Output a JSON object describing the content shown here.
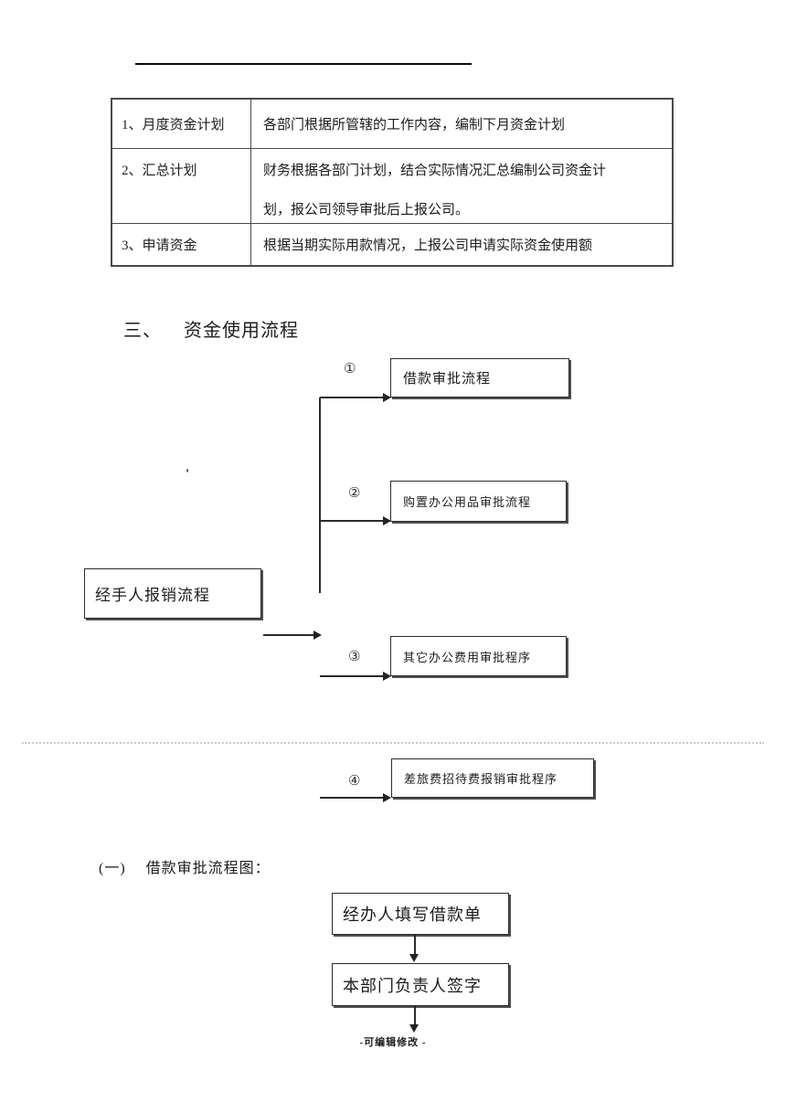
{
  "table": {
    "rows": [
      {
        "label": "1、月度资金计划",
        "desc": [
          "各部门根据所管辖的工作内容，编制下月资金计划"
        ]
      },
      {
        "label": "2、汇总计划",
        "desc": [
          "财务根据各部门计划，结合实际情况汇总编制公司资金计",
          "划，报公司领导审批后上报公司。"
        ]
      },
      {
        "label": "3、申请资金",
        "desc": [
          "根据当期实际用款情况，上报公司申请实际资金使用额"
        ]
      }
    ]
  },
  "section": {
    "numeral": "三、",
    "title": "资金使用流程"
  },
  "flow": {
    "source_label": "经手人报销流程",
    "stray_mark": "'",
    "branches": [
      {
        "num": "①",
        "label": "借款审批流程"
      },
      {
        "num": "②",
        "label": "购置办公用品审批流程"
      },
      {
        "num": "③",
        "label": "其它办公费用审批程序"
      },
      {
        "num": "④",
        "label": "差旅费招待费报销审批程序"
      }
    ]
  },
  "subsection": {
    "numeral": "(一)",
    "title": "借款审批流程图："
  },
  "loan_flow": {
    "steps": [
      "经办人填写借款单",
      "本部门负责人签字"
    ]
  },
  "footer": {
    "text": "-可编辑修改 -"
  }
}
